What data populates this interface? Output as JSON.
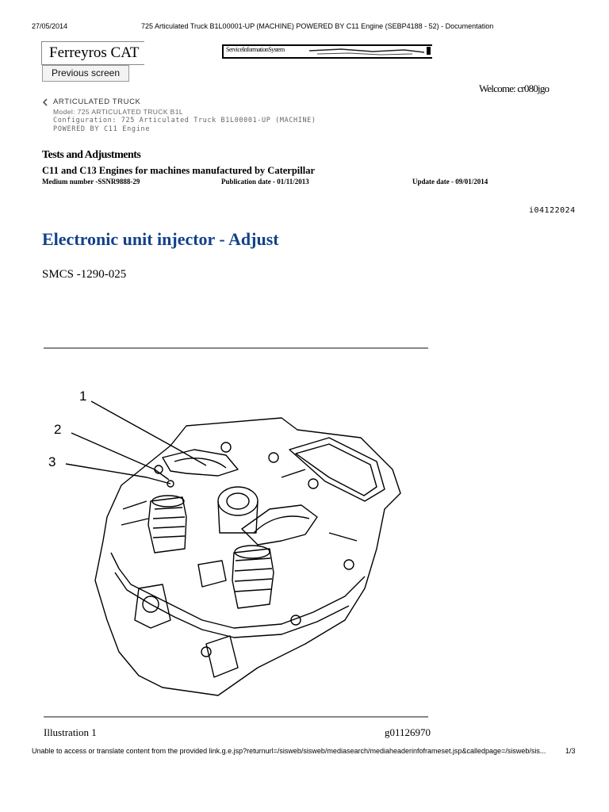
{
  "print_header": {
    "date": "27/05/2014",
    "title": "725 Articulated Truck B1L00001-UP (MACHINE) POWERED BY C11 Engine (SEBP4188 - 52) - Documentation"
  },
  "brand": {
    "name": "Ferreyros CAT"
  },
  "nav": {
    "previous_label": "Previous screen"
  },
  "sis_banner": {
    "label": "ServiceInformationSystem"
  },
  "welcome": "Welcome: cr080jgo",
  "breadcrumb": {
    "icon": "chevron-left-icon",
    "title": "ARTICULATED TRUCK",
    "model": "Model:  725  ARTICULATED  TRUCK  B1L",
    "configuration": "Configuration: 725 Articulated Truck B1L00001-UP (MACHINE)",
    "powered": "POWERED BY C11 Engine"
  },
  "document": {
    "section": "Tests and Adjustments",
    "engine": "C11 and C13 Engines for machines manufactured by Caterpillar",
    "medium_number": "Medium number -SSNR9888-29",
    "publication_date": "Publication date - 01/11/2013",
    "update_date": "Update date - 09/01/2014",
    "doc_id": "i04122024",
    "heading": "Electronic unit injector - Adjust",
    "smcs": "SMCS -1290-025"
  },
  "illustration": {
    "callouts": [
      "1",
      "2",
      "3"
    ],
    "caption": "Illustration 1",
    "graphic_id": "g01126970"
  },
  "footer": {
    "note": "Unable to access or translate content from the provided link.g.e.jsp?returnurl=/sisweb/sisweb/mediasearch/mediaheaderinfoframeset.jsp&calledpage=/sisweb/sis...",
    "page": "1/3"
  }
}
